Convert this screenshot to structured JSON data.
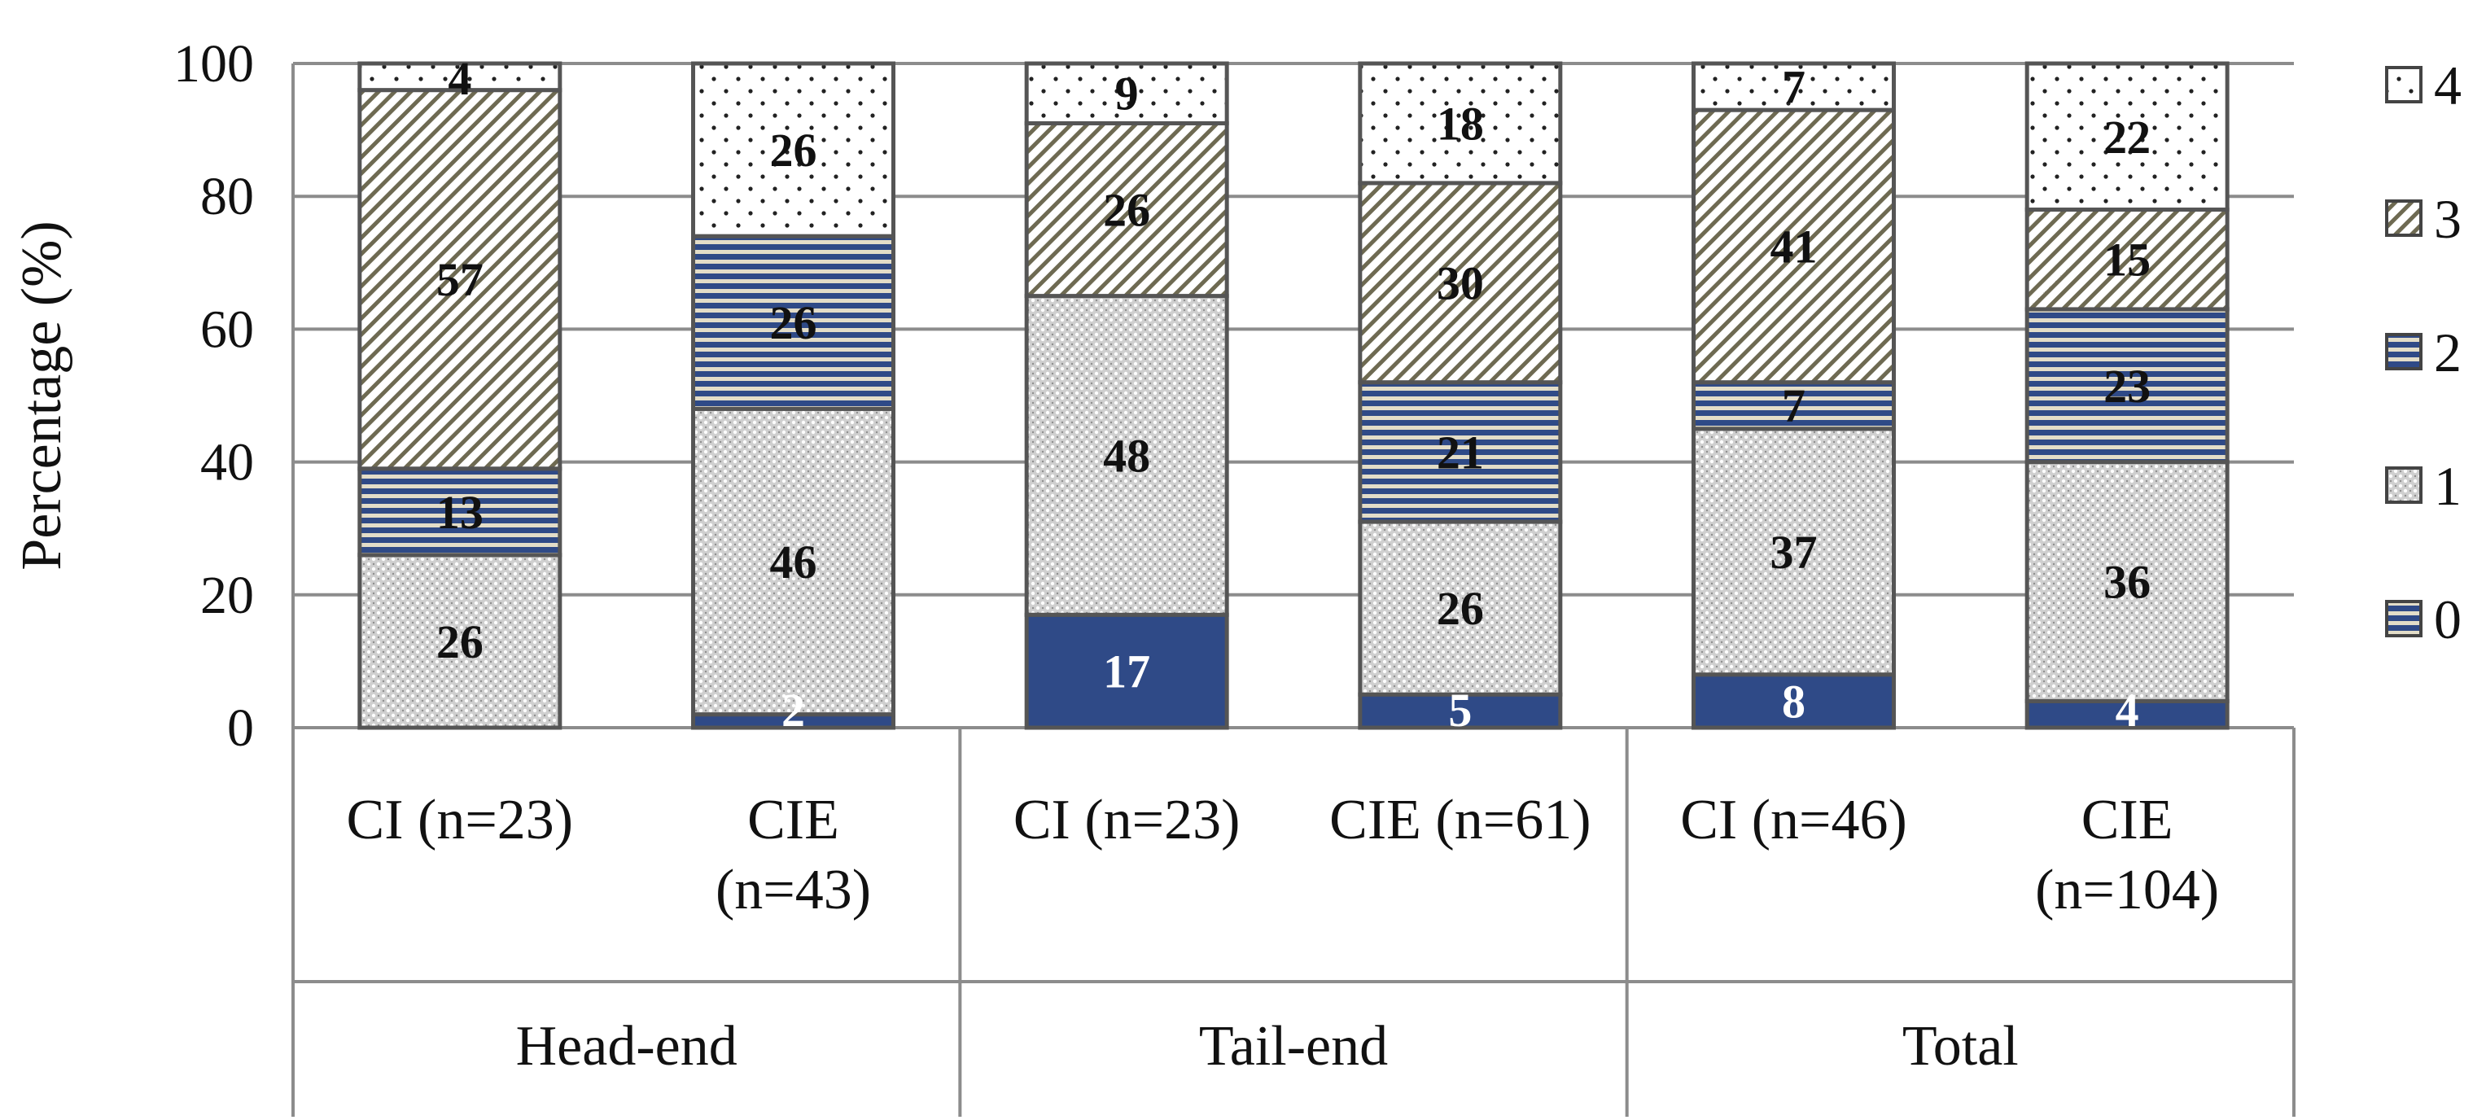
{
  "chart_data": {
    "type": "bar",
    "stacked": true,
    "ylabel": "Percentage  (%)",
    "ylim": [
      0,
      100
    ],
    "yticks": [
      0,
      20,
      40,
      60,
      80,
      100
    ],
    "grid": true,
    "legend_position": "right",
    "groups": [
      {
        "label": "Head-end",
        "bars": [
          {
            "label_lines": [
              "CI  (n=23)"
            ]
          },
          {
            "label_lines": [
              "CIE",
              "(n=43)"
            ]
          }
        ]
      },
      {
        "label": "Tail-end",
        "bars": [
          {
            "label_lines": [
              "CI (n=23)"
            ]
          },
          {
            "label_lines": [
              "CIE (n=61)"
            ]
          }
        ]
      },
      {
        "label": "Total",
        "bars": [
          {
            "label_lines": [
              "CI (n=46)"
            ]
          },
          {
            "label_lines": [
              "CIE",
              "(n=104)"
            ]
          }
        ]
      }
    ],
    "series": [
      {
        "name": "0",
        "values": [
          0,
          2,
          17,
          5,
          8,
          4
        ],
        "labels": [
          "",
          "2",
          "17",
          "5",
          "8",
          "4"
        ],
        "color": "#2f4a87",
        "pattern": "solid-dark"
      },
      {
        "name": "1",
        "values": [
          26,
          46,
          48,
          26,
          37,
          36
        ],
        "labels": [
          "26",
          "46",
          "48",
          "26",
          "37",
          "36"
        ],
        "color": "#cfcfcf",
        "pattern": "dotted-grey"
      },
      {
        "name": "2",
        "values": [
          13,
          26,
          0,
          21,
          7,
          23
        ],
        "labels": [
          "13",
          "26",
          "",
          "21",
          "7",
          "23"
        ],
        "color": "#2f4a87",
        "pattern": "horizontal-stripes"
      },
      {
        "name": "3",
        "values": [
          57,
          0,
          26,
          30,
          41,
          15
        ],
        "labels": [
          "57",
          "",
          "26",
          "30",
          "41",
          "15"
        ],
        "color": "#b8b090",
        "pattern": "diagonal-stripes"
      },
      {
        "name": "4",
        "values": [
          4,
          26,
          9,
          18,
          7,
          22
        ],
        "labels": [
          "4",
          "26",
          "9",
          "18",
          "7",
          "22"
        ],
        "color": "#ffffff",
        "pattern": "sparse-dots"
      }
    ]
  }
}
